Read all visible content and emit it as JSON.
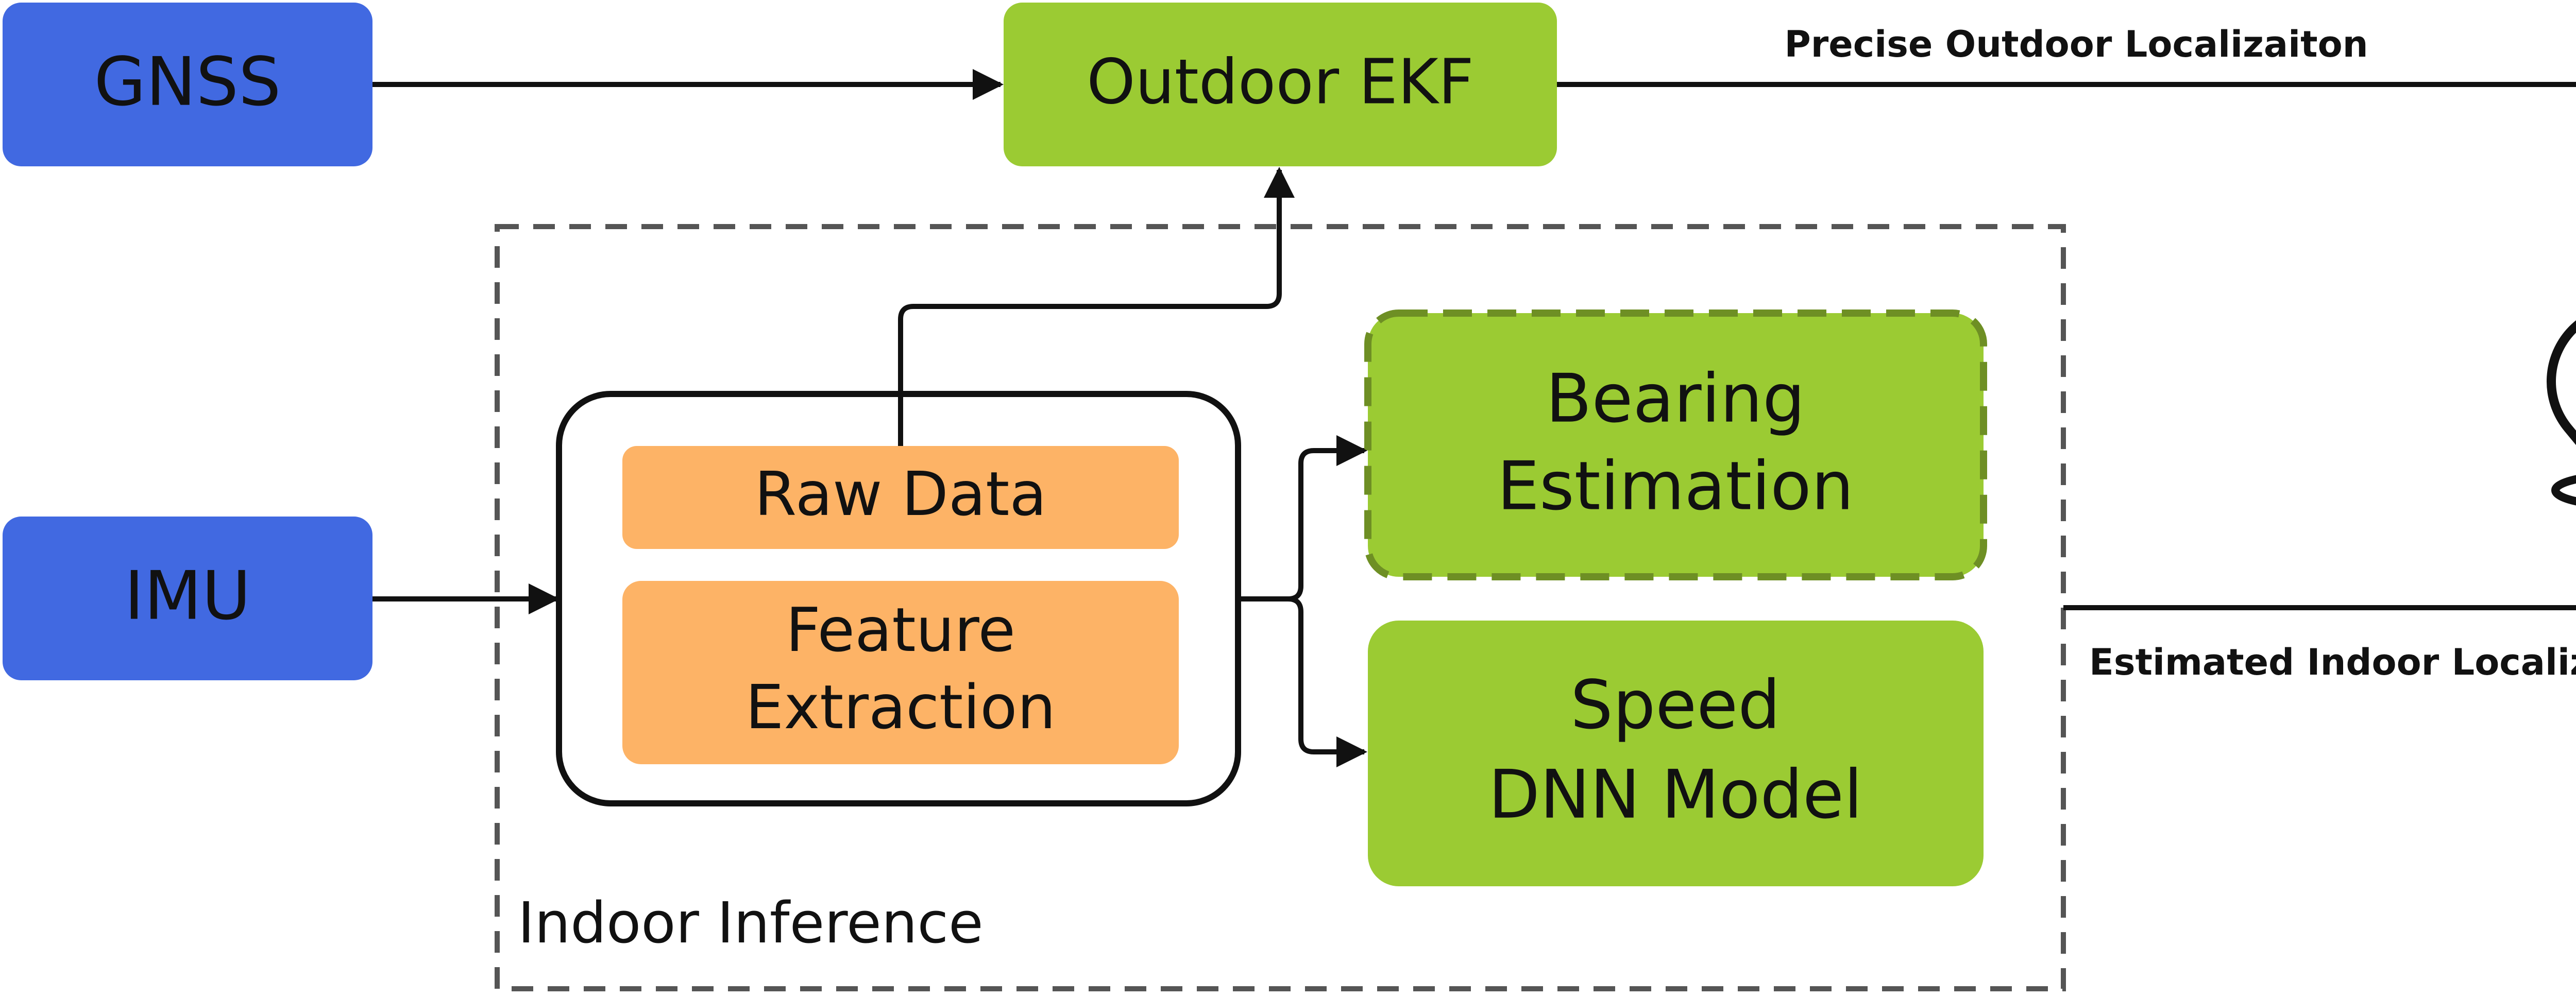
{
  "colors": {
    "blue": "#4169E1",
    "green": "#9BCB33",
    "green_border": "#6E8F24",
    "orange": "#FDB366",
    "stroke": "#111111",
    "group_border": "#555555"
  },
  "nodes": {
    "gnss": "GNSS",
    "imu": "IMU",
    "outdoor_ekf": "Outdoor EKF",
    "raw_data": "Raw Data",
    "feature_extraction": [
      "Feature",
      "Extraction"
    ],
    "bearing_estimation": [
      "Bearing",
      "Estimation"
    ],
    "speed_dnn": [
      "Speed",
      "DNN Model"
    ]
  },
  "group": {
    "label": "Indoor Inference"
  },
  "edge_labels": {
    "outdoor": "Precise Outdoor Localizaiton",
    "indoor": "Estimated Indoor Localization"
  },
  "icons": {
    "location": "location-pin-icon"
  }
}
